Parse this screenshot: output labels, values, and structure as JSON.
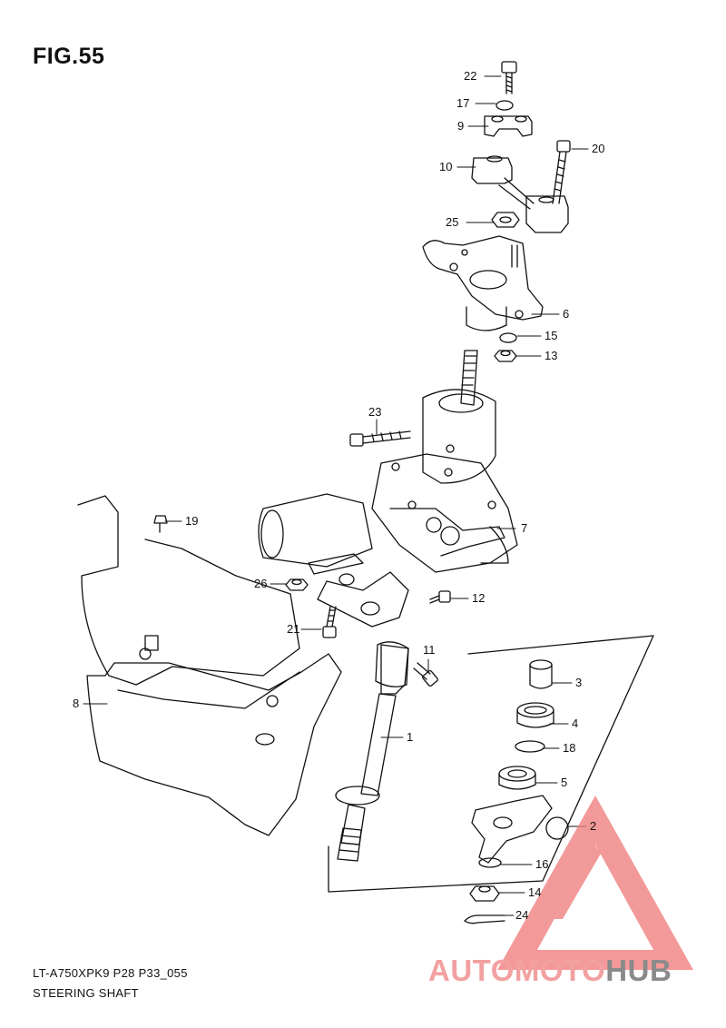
{
  "figure": {
    "title": "FIG.55"
  },
  "footer": {
    "code": "LT-A750XPK9 P28 P33_055",
    "name": "STEERING SHAFT"
  },
  "callouts": [
    "22",
    "17",
    "9",
    "10",
    "20",
    "25",
    "6",
    "15",
    "13",
    "23",
    "7",
    "19",
    "26",
    "12",
    "21",
    "11",
    "1",
    "8",
    "3",
    "4",
    "18",
    "5",
    "2",
    "16",
    "14",
    "24"
  ],
  "watermark": {
    "part1": "AUTOMOTO",
    "part2": "HUB",
    "color_red": "#f08080",
    "color_grey": "#8a8a8a"
  }
}
